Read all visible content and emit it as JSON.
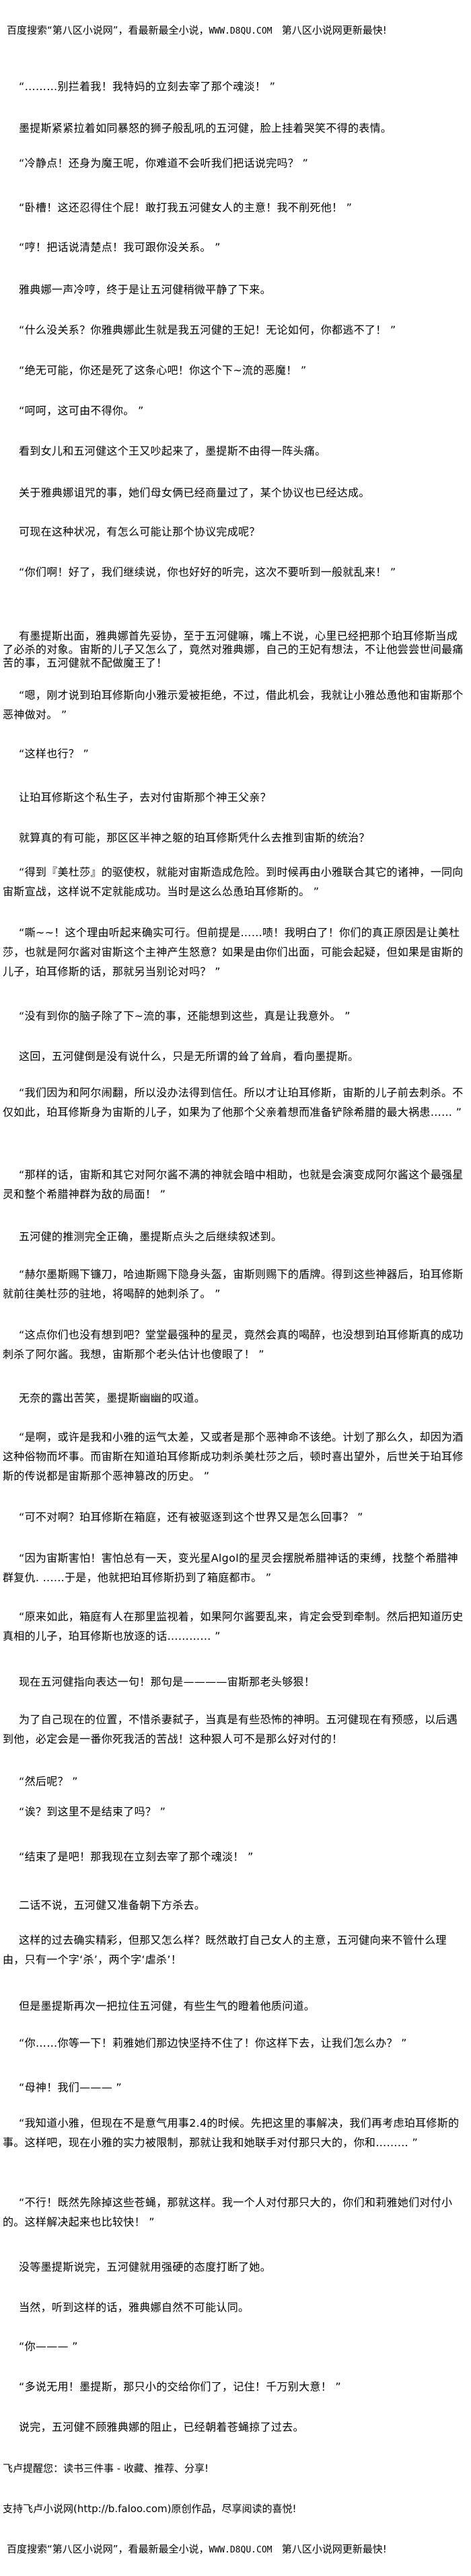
{
  "header": {
    "search_prefix": "百度搜索“第八区小说网”，看最新最全小说，",
    "site": "WWW.D8QU.COM",
    "slogan": "第八区小说网更新最快!"
  },
  "paragraphs": [
    "“………别拦着我！我特妈的立刻去宰了那个魂淡！ ”",
    "墨提斯紧紧拉着如同暴怒的狮子般乱吼的五河健，脸上挂着哭笑不得的表情。",
    "“冷静点！还身为魔王呢，你难道不会听我们把话说完吗？ ”",
    "“卧槽！这还忍得住个屁！敢打我五河健女人的主意！我不削死他！ ”",
    "“哼！把话说清楚点！我可跟你没关系。 ”",
    "雅典娜一声冷哼，终于是让五河健稍微平静了下来。",
    "“什么没关系？你雅典娜此生就是我五河健的王妃！无论如何，你都逃不了！ ”",
    "“绝无可能，你还是死了这条心吧！你这个下~流的恶魔！ ”",
    "“呵呵，这可由不得你。 ”",
    "看到女儿和五河健这个王又吵起来了，墨提斯不由得一阵头痛。",
    "关于雅典娜诅咒的事，她们母女俩已经商量过了，某个协议也已经达成。",
    "可现在这种状况，有怎么可能让那个协议完成呢？",
    "“你们啊！好了，我们继续说，你也好好的听完，这次不要听到一般就乱来！ ”",
    "有墨提斯出面，雅典娜首先妥协，至于五河健嘛，嘴上不说，心里已经把那个珀耳修斯当成了必杀的对象。宙斯的儿子又怎么了，竟然对雅典娜，自己的王妃有想法，不让他尝尝世间最痛苦的事，五河健就不配做魔王了！",
    "“嗯，刚才说到珀耳修斯向小雅示爱被拒绝，不过，借此机会，我就让小雅怂恿他和宙斯那个恶神做对。 ”",
    "“这样也行？ ”",
    "让珀耳修斯这个私生子，去对付宙斯那个神王父亲？",
    "就算真的有可能，那区区半神之躯的珀耳修斯凭什么去推到宙斯的统治？",
    "“得到『美杜莎』的驱使权，就能对宙斯造成危险。到时候再由小雅联合其它的诸神，一同向宙斯宣战，这样说不定就能成功。当时是这么怂恿珀耳修斯的。 ”",
    "“嘶~~！这个理由听起来确实可行。但前提是……啧！我明白了！你们的真正原因是让美杜莎，也就是阿尔酱对宙斯这个主神产生怒意？如果是由你们出面，可能会起疑，但如果是宙斯的儿子，珀耳修斯的话，那就另当别论对吗？ ”",
    "“没有到你的脑子除了下~流的事，还能想到这些，真是让我意外。 ”",
    "这回，五河健倒是没有说什么，只是无所谓的耸了耸肩，看向墨提斯。",
    "“我们因为和阿尔闹翻，所以没办法得到信任。所以才让珀耳修斯，宙斯的儿子前去刺杀。不仅如此，珀耳修斯身为宙斯的儿子，如果为了他那个父亲着想而准备铲除希腊的最大祸患…… ”",
    "“那样的话，宙斯和其它对阿尔酱不满的神就会暗中相助，也就是会演变成阿尔酱这个最强星灵和整个希腊神群为敌的局面！ ”",
    "五河健的推测完全正确，墨提斯点头之后继续叙述到。",
    "“赫尔墨斯赐下镰刀，哈迪斯赐下隐身头盔，宙斯则赐下的盾牌。得到这些神器后，珀耳修斯就前往美杜莎的驻地，将喝醉的她刺杀了。 ”",
    "“这点你们也没有想到吧？堂堂最强种的星灵，竟然会真的喝醉，也没想到珀耳修斯真的成功刺杀了阿尔酱。我想，宙斯那个老头估计也傻眼了！ ”",
    "无奈的露出苦笑，墨提斯幽幽的叹道。",
    "“是啊，或许是我和小雅的运气太差，又或者是那个恶神命不该绝。计划了那么久，却因为酒这种俗物而坏事。而宙斯在知道珀耳修斯成功刺杀美杜莎之后，顿时喜出望外，后世关于珀耳修斯的传说都是宙斯那个恶神篡改的历史。 ”",
    "“可不对啊？珀耳修斯在箱庭，还有被驱逐到这个世界又是怎么回事？ ”",
    "“因为宙斯害怕！害怕总有一天，变光星Algol的星灵会摆脱希腊神话的束缚，找整个希腊神群复仇. ......于是，他就把珀耳修斯扔到了箱庭都市。 ”",
    "“原来如此，箱庭有人在那里监视着，如果阿尔酱要乱来，肯定会受到牵制。然后把知道历史真相的儿子，珀耳修斯也放逐的话………… ”",
    "现在五河健指向表达一句！那句是————宙斯那老头够狠！",
    "为了自己现在的位置，不惜杀妻弑子，当真是有些恐怖的神明。五河健现在有预感，以后遇到他，必定会是一番你死我活的苦战！这种狠人可不是那么好对付的！",
    "“然后呢？ ”",
    "“诶？到这里不是结束了吗？ ”",
    "“结束了是吧！那我现在立刻去宰了那个魂淡！ ”",
    "二话不说，五河健又准备朝下方杀去。",
    "这样的过去确实精彩，但那又怎么样？既然敢打自己女人的主意，五河健向来不管什么理由，只有一个字‘杀’，两个字‘虐杀’！",
    "但是墨提斯再次一把拉住五河健，有些生气的瞪着他质问道。",
    "“你……你等一下！莉雅她们那边快坚持不住了！你这样下去，让我们怎么办？ ”",
    "“母神！我们——— ”",
    "“我知道小雅，但现在不是意气用事2.4的时候。先把这里的事解决，我们再考虑珀耳修斯的事。这样吧，现在小雅的实力被限制，那就让我和她联手对付那只大的，你和……… ”",
    "“不行！既然先除掉这些苍蝇，那就这样。我一个人对付那只大的，你们和莉雅她们对付小的。这样解决起来也比较快！ ”",
    "没等墨提斯说完，五河健就用强硬的态度打断了她。",
    "当然，听到这样的话，雅典娜自然不可能认同。",
    "“你——— ”",
    "“多说无用！墨提斯，那只小的交给你们了，记住！千万别大意！ ”",
    "说完，五河健不顾雅典娜的阻止，已经朝着苍蝇掠了过去。"
  ],
  "footer": {
    "faloo_tip": "飞卢提醒您：读书三件事 - 收藏、推荐、分享!",
    "faloo_support": "支持飞卢小说网(http://b.faloo.com)原创作品，尽享阅读的喜悦!",
    "search_prefix": "百度搜索“第八区小说网”，看最新最全小说，",
    "site": "WWW.D8QU.COM",
    "slogan": "第八区小说网更新最快!"
  }
}
